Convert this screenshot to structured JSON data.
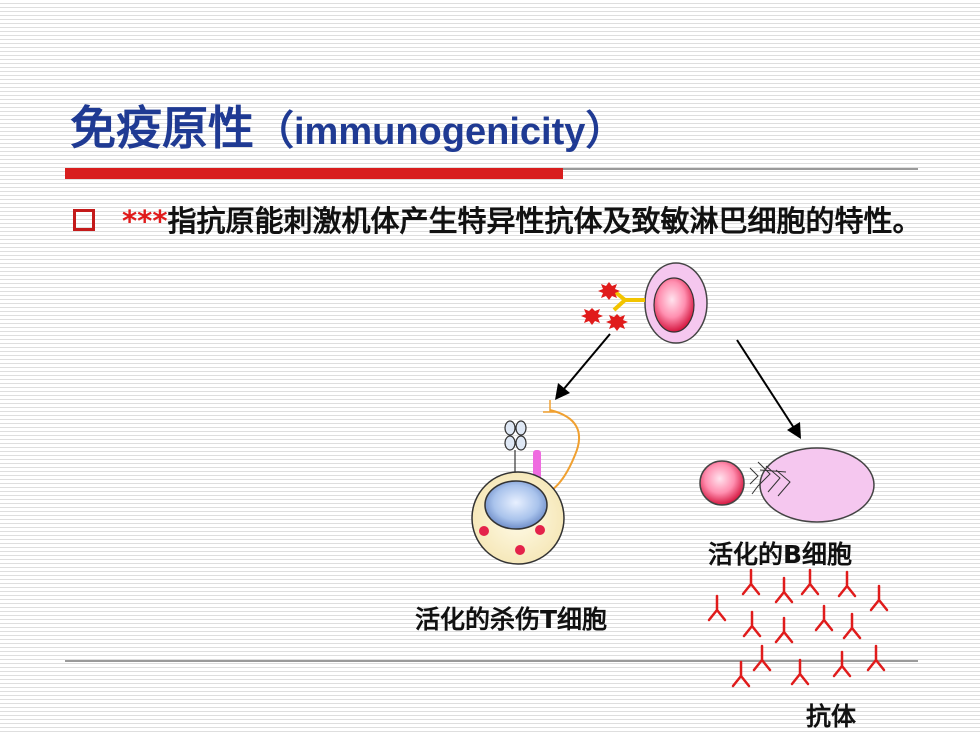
{
  "title": {
    "cn": "免疫原性",
    "paren_open": "（",
    "en": "immunogenicity",
    "paren_close": "）"
  },
  "bullet": {
    "stars": "***",
    "text": "指抗原能刺激机体产生特异性抗体及致敏淋巴细胞的特性。"
  },
  "labels": {
    "activated_t_cell": "活化的杀伤T细胞",
    "activated_b_cell": "活化的B细胞",
    "antibody": "抗体"
  },
  "colors": {
    "title": "#1f3a93",
    "accent_red": "#d81e1e",
    "cell_pink": "#f5c7ef",
    "nucleus_red": "#e4224a",
    "receptor_yellow": "#f2c400",
    "antibody_red": "#e01b1b"
  }
}
